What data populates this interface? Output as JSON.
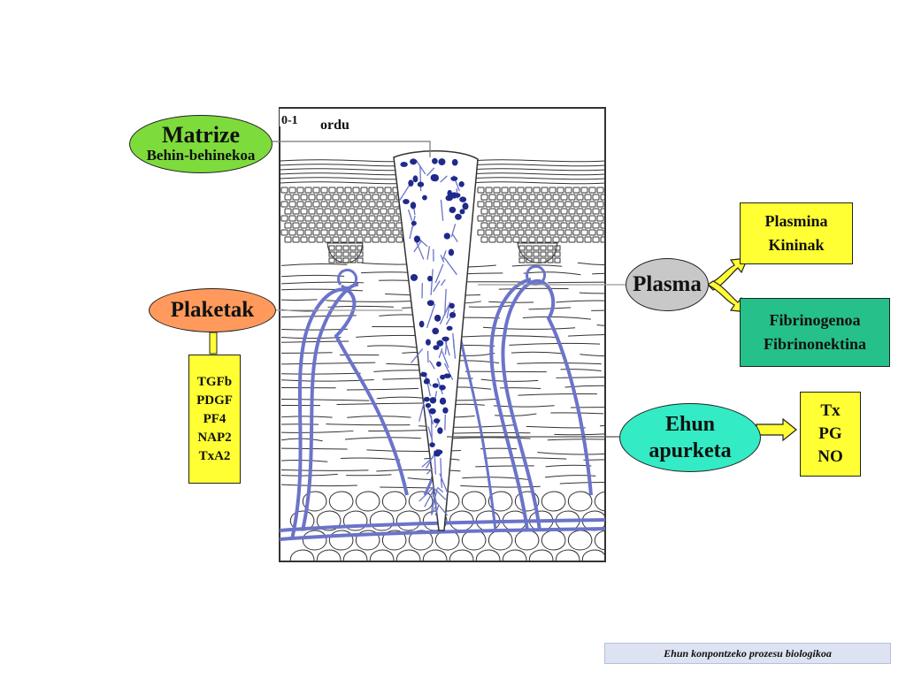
{
  "matrize": {
    "title": "Matrize",
    "subtitle": "Behin-behinekoa"
  },
  "plaketak": {
    "label": "Plaketak",
    "factors": [
      "TGFb",
      "PDGF",
      "PF4",
      "NAP2",
      "TxA2"
    ]
  },
  "plasma": {
    "label": "Plasma"
  },
  "plasmina_box": {
    "line1": "Plasmina",
    "line2": "Kininak"
  },
  "fibrinogenoa_box": {
    "line1": "Fibrinogenoa",
    "line2": "Fibrinonektina"
  },
  "ehun": {
    "line1": "Ehun",
    "line2": "apurketa"
  },
  "tx_box": {
    "line1": "Tx",
    "line2": "PG",
    "line3": "NO"
  },
  "time_label": {
    "code": "0-1",
    "unit": "ordu"
  },
  "footer": {
    "text": "Ehun konpontzeko prozesu biologikoa"
  },
  "colors": {
    "matrize_fill": "#7edb3c",
    "plaketak_fill": "#ff9a5c",
    "plasma_fill": "#c8c8c8",
    "ehun_fill": "#33ebc4",
    "yellow_box": "#ffff33",
    "green_box": "#26c08a",
    "vessel_blue": "#6b74c9",
    "nucleus_blue": "#1f2a8a"
  }
}
